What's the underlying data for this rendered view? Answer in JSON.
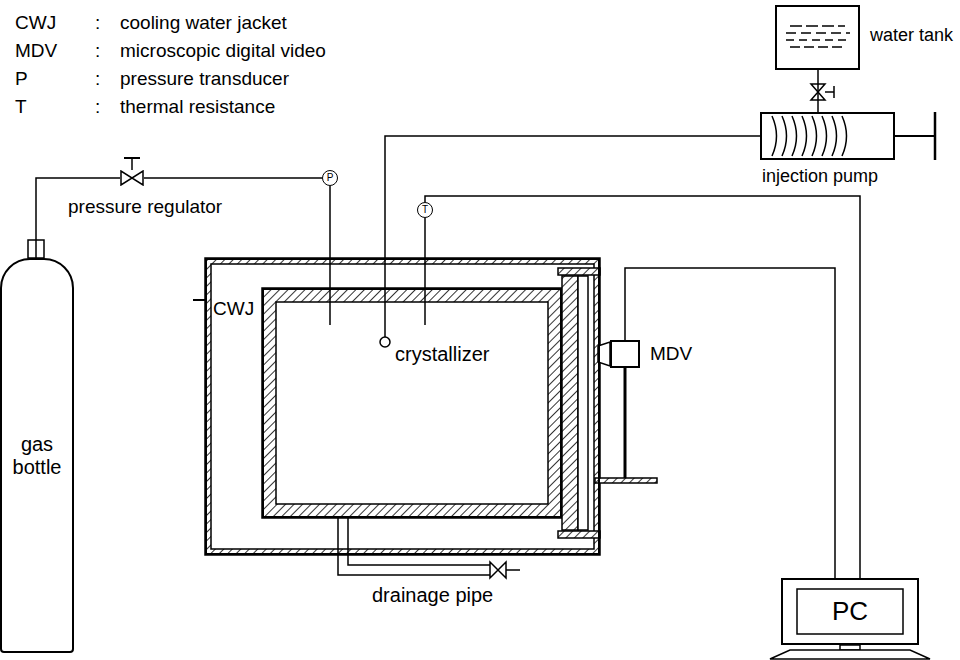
{
  "diagram": {
    "nodes": [
      {
        "text": [
          "water tank"
        ]
      },
      {
        "text": [
          "injection pump"
        ]
      },
      {
        "text": [
          "pressure regulator"
        ]
      },
      {
        "text": [
          "P"
        ]
      },
      {
        "text": [
          "T"
        ]
      },
      {
        "text": [
          "CWJ"
        ]
      },
      {
        "text": [
          "crystallizer"
        ],
        "in": 5
      },
      {
        "text": [
          "gas bottle"
        ]
      },
      {
        "text": [
          "MDV"
        ]
      },
      {
        "text": [
          "PC"
        ]
      }
    ],
    "edges": [
      {
        "from": 0,
        "to": 1,
        "arrow": "none"
      },
      {
        "from": 1,
        "to": 6,
        "arrow": "none"
      },
      {
        "from": 7,
        "to": 2,
        "arrow": "none"
      },
      {
        "from": 2,
        "to": 3,
        "arrow": "none"
      },
      {
        "from": 3,
        "to": 6,
        "arrow": "none"
      },
      {
        "from": 4,
        "to": 6,
        "arrow": "none"
      },
      {
        "from": 4,
        "to": 9,
        "arrow": "none"
      },
      {
        "from": 8,
        "to": 9,
        "arrow": "none"
      }
    ],
    "labels": [
      "CWJ",
      ":",
      "cooling water jacket",
      "MDV",
      ":",
      "microscopic digital video",
      "P",
      ":",
      "pressure transducer",
      "T",
      ":",
      "thermal resistance",
      "drainage pipe"
    ]
  }
}
